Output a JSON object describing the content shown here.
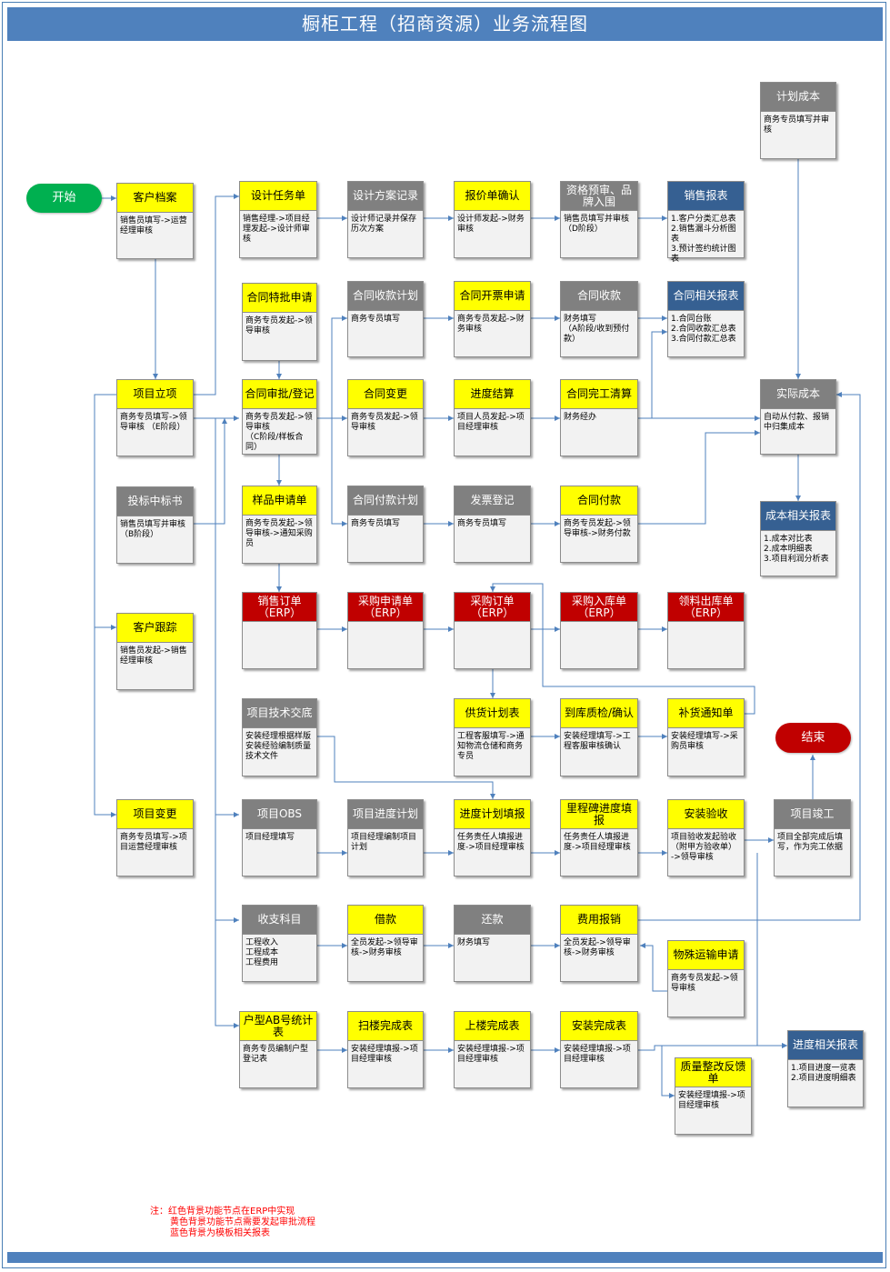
{
  "title": "橱柜工程（招商资源）业务流程图",
  "start_label": "开始",
  "end_label": "结束",
  "note": {
    "line1": "注：红色背景功能节点在ERP中实现",
    "line2": "黄色背景功能节点需要发起审批流程",
    "line3": "蓝色背景为模板相关报表"
  },
  "colors": {
    "yellow": "#ffff00",
    "gray": "#808080",
    "blue": "#366092",
    "red": "#c00000",
    "start": "#00b050",
    "end": "#c00000",
    "banner": "#4f81bd",
    "connector": "#4f81bd"
  },
  "nodes": {
    "plan_cost": {
      "title": "计划成本",
      "desc": "商务专员填写并审核"
    },
    "customer_file": {
      "title": "客户档案",
      "desc": "销售员填写->运营经理审核"
    },
    "design_task": {
      "title": "设计任务单",
      "desc": "销售经理->项目经理发起->设计师审核"
    },
    "design_record": {
      "title": "设计方案记录",
      "desc": "设计师记录并保存历次方案"
    },
    "quote_confirm": {
      "title": "报价单确认",
      "desc": "设计师发起->财务审核"
    },
    "qualify_bid": {
      "title": "资格预审、品牌入围",
      "desc": "销售员填写并审核（D阶段）"
    },
    "sales_report": {
      "title": "销售报表",
      "desc": "1.客户分类汇总表\n2.销售漏斗分析图表\n3.预计签约统计图表"
    },
    "contract_special": {
      "title": "合同特批申请",
      "desc": "商务专员发起->领导审核"
    },
    "contract_collect_plan": {
      "title": "合同收款计划",
      "desc": "商务专员填写"
    },
    "contract_invoice": {
      "title": "合同开票申请",
      "desc": "商务专员发起->财务审核"
    },
    "contract_collect": {
      "title": "合同收款",
      "desc": "财务填写\n（A阶段/收到预付款）"
    },
    "contract_report": {
      "title": "合同相关报表",
      "desc": "1.合同台账\n2.合同收款汇总表\n3.合同付款汇总表"
    },
    "project_setup": {
      "title": "项目立项",
      "desc": "商务专员填写->领导审核 （E阶段）"
    },
    "contract_approve": {
      "title": "合同审批/登记",
      "desc": "商务专员发起->领导审核\n（C阶段/样板合同）"
    },
    "contract_change": {
      "title": "合同变更",
      "desc": "商务专员发起->领导审核"
    },
    "progress_settle": {
      "title": "进度结算",
      "desc": "项目人员发起->项目经理审核"
    },
    "contract_finish": {
      "title": "合同完工清算",
      "desc": "财务经办"
    },
    "actual_cost": {
      "title": "实际成本",
      "desc": "自动从付款、报销中归集成本"
    },
    "bid_win": {
      "title": "投标中标书",
      "desc": "销售员填写并审核（B阶段）"
    },
    "sample_apply": {
      "title": "样品申请单",
      "desc": "商务专员发起->领导审核->通知采购员"
    },
    "contract_pay_plan": {
      "title": "合同付款计划",
      "desc": "商务专员填写"
    },
    "invoice_register": {
      "title": "发票登记",
      "desc": "商务专员填写"
    },
    "contract_pay": {
      "title": "合同付款",
      "desc": "商务专员发起->领导审核->财务付款"
    },
    "cost_report": {
      "title": "成本相关报表",
      "desc": "1.成本对比表\n2.成本明细表\n3.项目利润分析表"
    },
    "customer_follow": {
      "title": "客户跟踪",
      "desc": "销售员发起->销售经理审核"
    },
    "sales_order": {
      "title": "销售订单\n（ERP）",
      "desc": ""
    },
    "purchase_apply": {
      "title": "采购申请单\n（ERP）",
      "desc": ""
    },
    "purchase_order": {
      "title": "采购订单\n（ERP）",
      "desc": ""
    },
    "purchase_in": {
      "title": "采购入库单\n（ERP）",
      "desc": ""
    },
    "material_out": {
      "title": "领料出库单\n（ERP）",
      "desc": ""
    },
    "tech_disclose": {
      "title": "项目技术交底",
      "desc": "安装经理根据样版安装经验编制质量技术文件"
    },
    "supply_plan": {
      "title": "供货计划表",
      "desc": "工程客服填写->通知物流仓储和商务专员"
    },
    "arrival_check": {
      "title": "到库质检/确认",
      "desc": "安装经理填写->工程客服审核确认"
    },
    "replenish": {
      "title": "补货通知单",
      "desc": "安装经理填写->采购员审核"
    },
    "project_change": {
      "title": "项目变更",
      "desc": "商务专员填写->项目运营经理审核"
    },
    "project_obs": {
      "title": "项目OBS",
      "desc": "项目经理填写"
    },
    "progress_plan": {
      "title": "项目进度计划",
      "desc": "项目经理编制项目计划"
    },
    "progress_fill": {
      "title": "进度计划填报",
      "desc": "任务责任人填报进度->项目经理审核"
    },
    "milestone_fill": {
      "title": "里程碑进度填报",
      "desc": "任务责任人填报进度->项目经理审核"
    },
    "install_accept": {
      "title": "安装验收",
      "desc": "项目验收发起验收\n（附甲方验收单）\n->领导审核"
    },
    "project_complete": {
      "title": "项目竣工",
      "desc": "项目全部完成后填写，作为完工依据"
    },
    "income_subject": {
      "title": "收支科目",
      "desc": "工程收入\n工程成本\n工程费用"
    },
    "borrow": {
      "title": "借款",
      "desc": "全员发起->领导审核->财务审核"
    },
    "repay": {
      "title": "还款",
      "desc": "财务填写"
    },
    "expense": {
      "title": "费用报销",
      "desc": "全员发起->领导审核->财务审核"
    },
    "special_transport": {
      "title": "物殊运输申请",
      "desc": "商务专员发起->领导审核"
    },
    "unit_ab": {
      "title": "户型AB号统计表",
      "desc": "商务专员编制户型登记表"
    },
    "sweep_done": {
      "title": "扫楼完成表",
      "desc": "安装经理填报->项目经理审核"
    },
    "upstairs_done": {
      "title": "上楼完成表",
      "desc": "安装经理填报->项目经理审核"
    },
    "install_done": {
      "title": "安装完成表",
      "desc": "安装经理填报->项目经理审核"
    },
    "quality_feedback": {
      "title": "质量整改反馈单",
      "desc": "安装经理填报->项目经理审核"
    },
    "progress_report": {
      "title": "进度相关报表",
      "desc": "1.项目进度一览表\n2.项目进度明细表"
    }
  }
}
